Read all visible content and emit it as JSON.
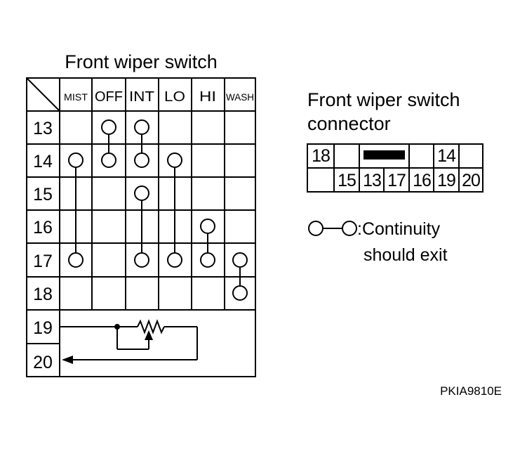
{
  "switch_title": "Front wiper switch",
  "columns": [
    "MIST",
    "OFF",
    "INT",
    "LO",
    "HI",
    "WASH"
  ],
  "rows": [
    "13",
    "14",
    "15",
    "16",
    "17",
    "18",
    "19",
    "20"
  ],
  "continuity_links": [
    {
      "column": "MIST",
      "from_row": "14",
      "to_row": "17"
    },
    {
      "column": "OFF",
      "from_row": "13",
      "to_row": "14"
    },
    {
      "column": "INT",
      "from_row": "13",
      "to_row": "14"
    },
    {
      "column": "INT",
      "from_row": "15",
      "to_row": "17"
    },
    {
      "column": "LO",
      "from_row": "14",
      "to_row": "17"
    },
    {
      "column": "HI",
      "from_row": "16",
      "to_row": "17"
    },
    {
      "column": "WASH",
      "from_row": "17",
      "to_row": "18"
    }
  ],
  "connector": {
    "title_line1": "Front wiper switch",
    "title_line2": "connector",
    "top_row": [
      "18",
      "",
      "",
      "",
      "14",
      ""
    ],
    "bottom_row": [
      "",
      "15",
      "13",
      "17",
      "16",
      "19",
      "20"
    ]
  },
  "legend": {
    "label_line1": ":Continuity",
    "label_line2": "should exit"
  },
  "reference_code": "PKIA9810E",
  "icons": {
    "continuity": "continuity-symbol-icon",
    "resistor": "variable-resistor-icon",
    "arrow": "arrow-left-icon"
  }
}
